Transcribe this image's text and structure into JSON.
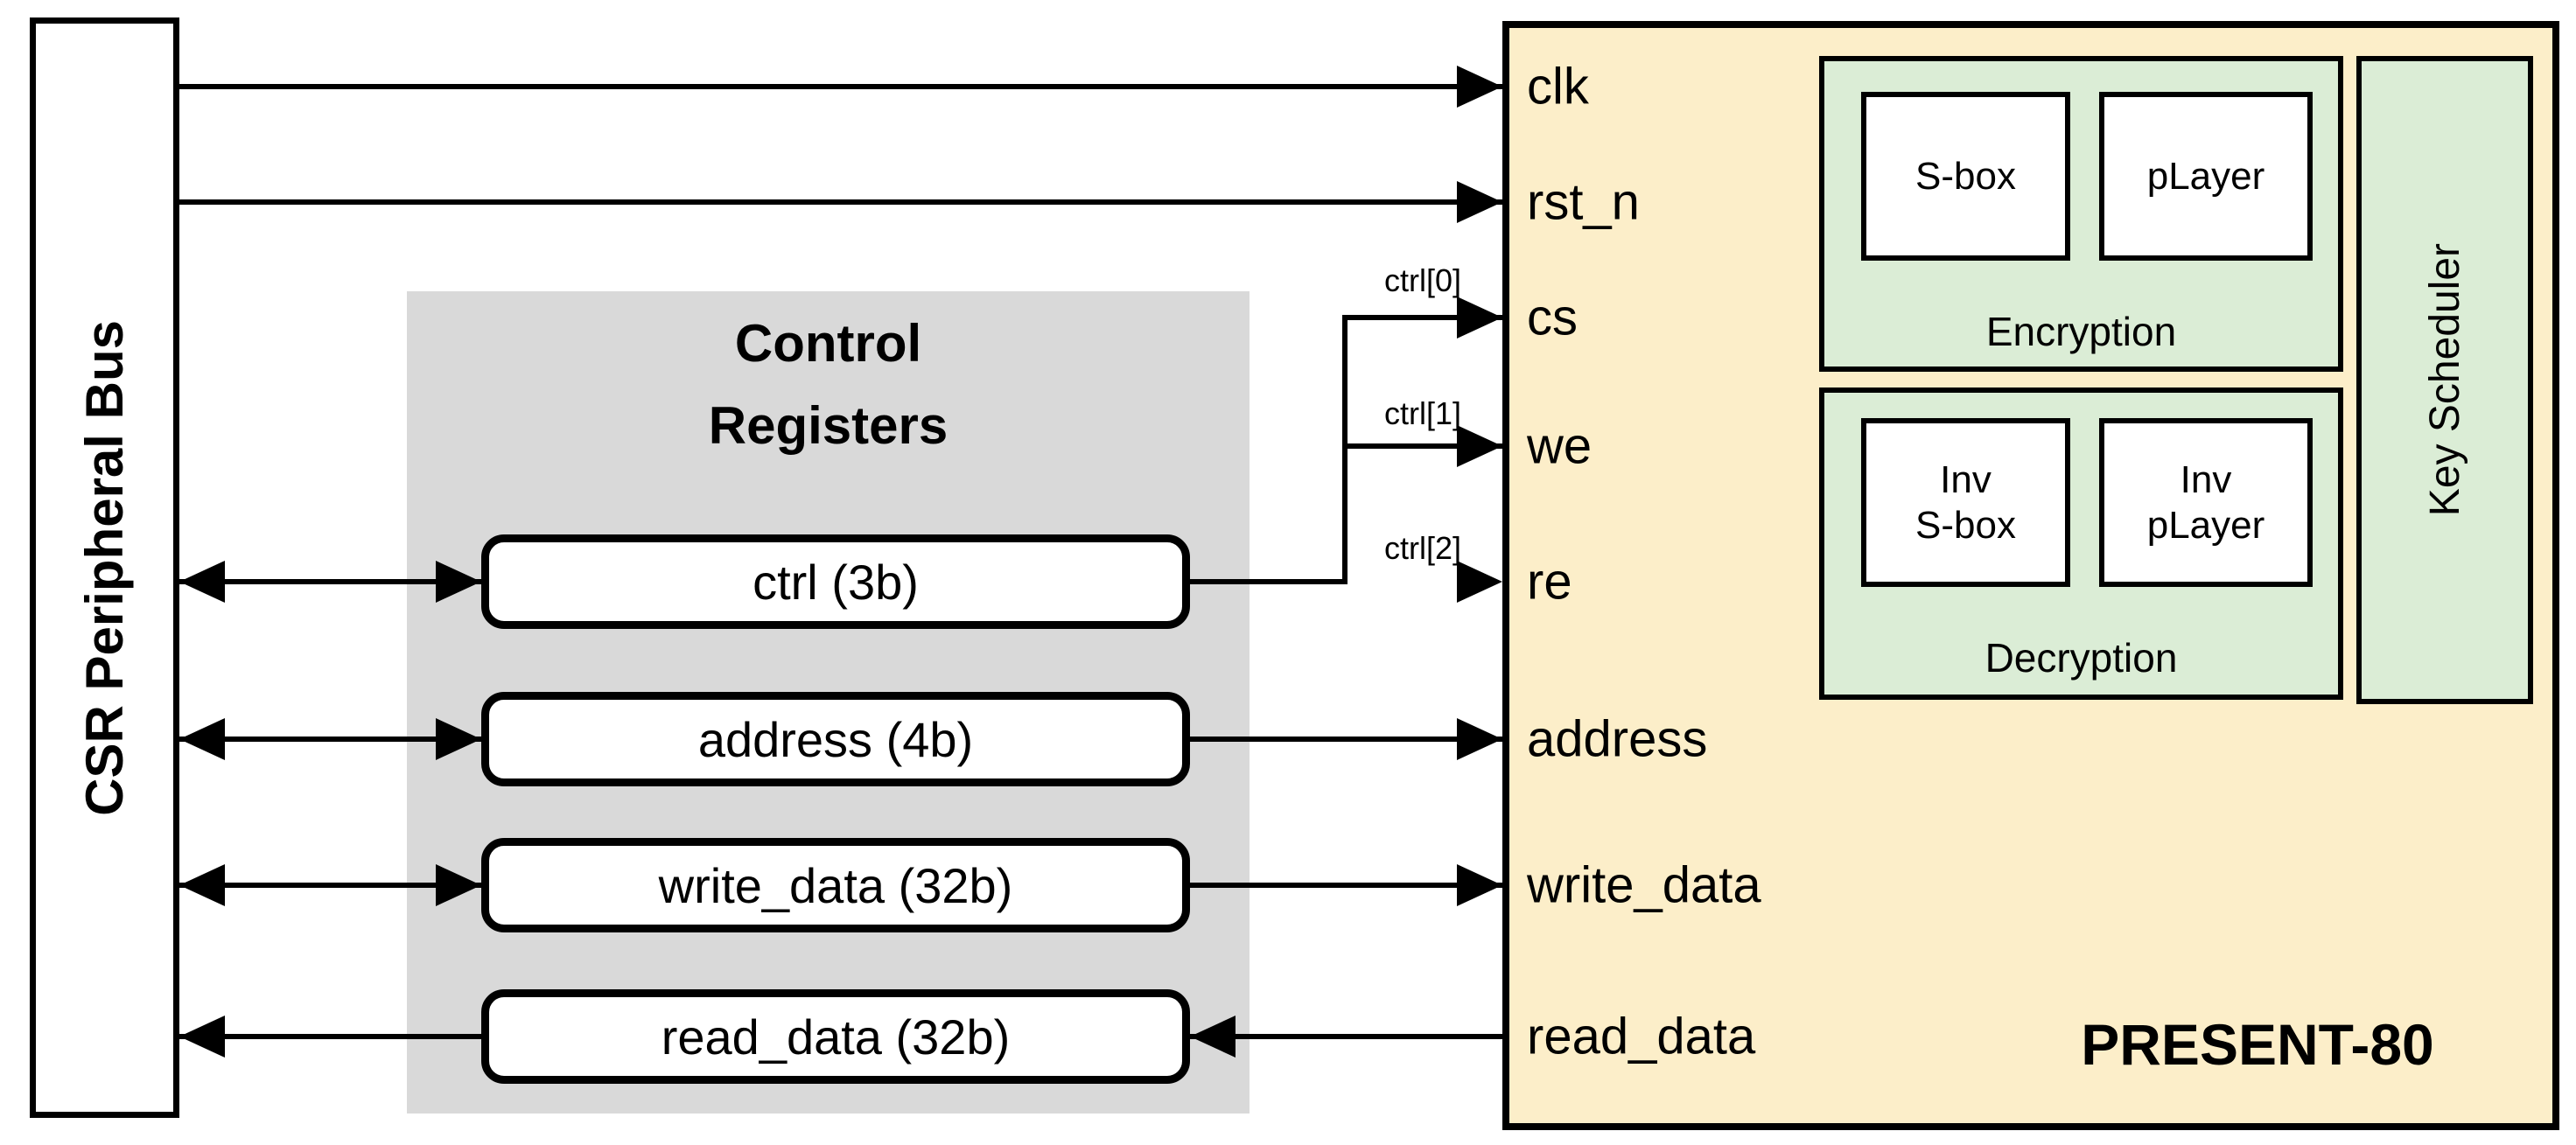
{
  "diagram": {
    "bus": {
      "label": "CSR Peripheral Bus"
    },
    "control_registers": {
      "title_line1": "Control",
      "title_line2": "Registers",
      "registers": [
        {
          "label": "ctrl (3b)"
        },
        {
          "label": "address (4b)"
        },
        {
          "label": "write_data (32b)"
        },
        {
          "label": "read_data (32b)"
        }
      ]
    },
    "ctrl_taps": [
      "ctrl[0]",
      "ctrl[1]",
      "ctrl[2]"
    ],
    "present80": {
      "title": "PRESENT-80",
      "ports": [
        "clk",
        "rst_n",
        "cs",
        "we",
        "re",
        "address",
        "write_data",
        "read_data"
      ],
      "encryption": {
        "label": "Encryption",
        "blocks": [
          {
            "label": "S-box"
          },
          {
            "label": "pLayer"
          }
        ]
      },
      "decryption": {
        "label": "Decryption",
        "blocks": [
          {
            "line1": "Inv",
            "line2": "S-box"
          },
          {
            "line1": "Inv",
            "line2": "pLayer"
          }
        ]
      },
      "key_scheduler": {
        "label": "Key Scheduler"
      }
    },
    "colors": {
      "present_fill": "#FCEEC9",
      "group_fill": "#DBEDD6",
      "registers_fill": "#D9D9D9",
      "box_fill": "#FFFFFF",
      "line": "#000000"
    }
  }
}
